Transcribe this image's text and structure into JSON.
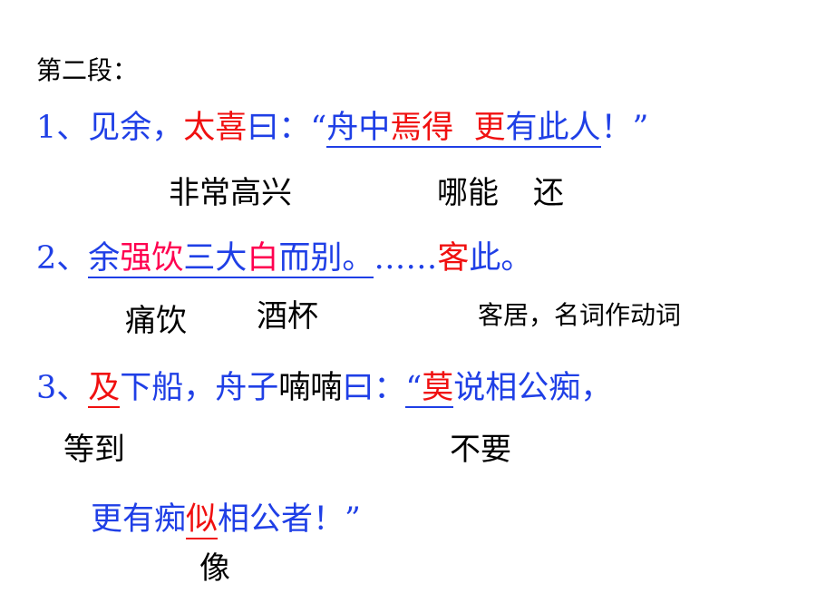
{
  "heading": "第二段：",
  "line1": {
    "num": "1、",
    "a": "见余，",
    "b": "太喜",
    "c": "曰：“",
    "d": "舟中",
    "e": "焉得",
    "f": "  ",
    "g": "更",
    "h": "有此人",
    "i": "！”"
  },
  "gloss1": [
    "非常高兴",
    "哪能",
    "还"
  ],
  "line2": {
    "num": "2、",
    "a": "余",
    "b": "强饮",
    "c": "三大",
    "d": "白",
    "e": "而别。",
    "f": "……",
    "g": "客",
    "h": "此。"
  },
  "gloss2": [
    "痛饮",
    "酒杯",
    "客居，名词作动词"
  ],
  "line3": {
    "num": "3、",
    "a": "及",
    "b": "下船，舟子",
    "c": "喃喃",
    "d": "曰：",
    "e": "“",
    "f": "莫",
    "g": "说相公痴，"
  },
  "gloss3": [
    "等到",
    "不要"
  ],
  "line4": {
    "a": "更有痴",
    "b": "似",
    "c": "相公者！”"
  },
  "gloss4": [
    "像"
  ]
}
